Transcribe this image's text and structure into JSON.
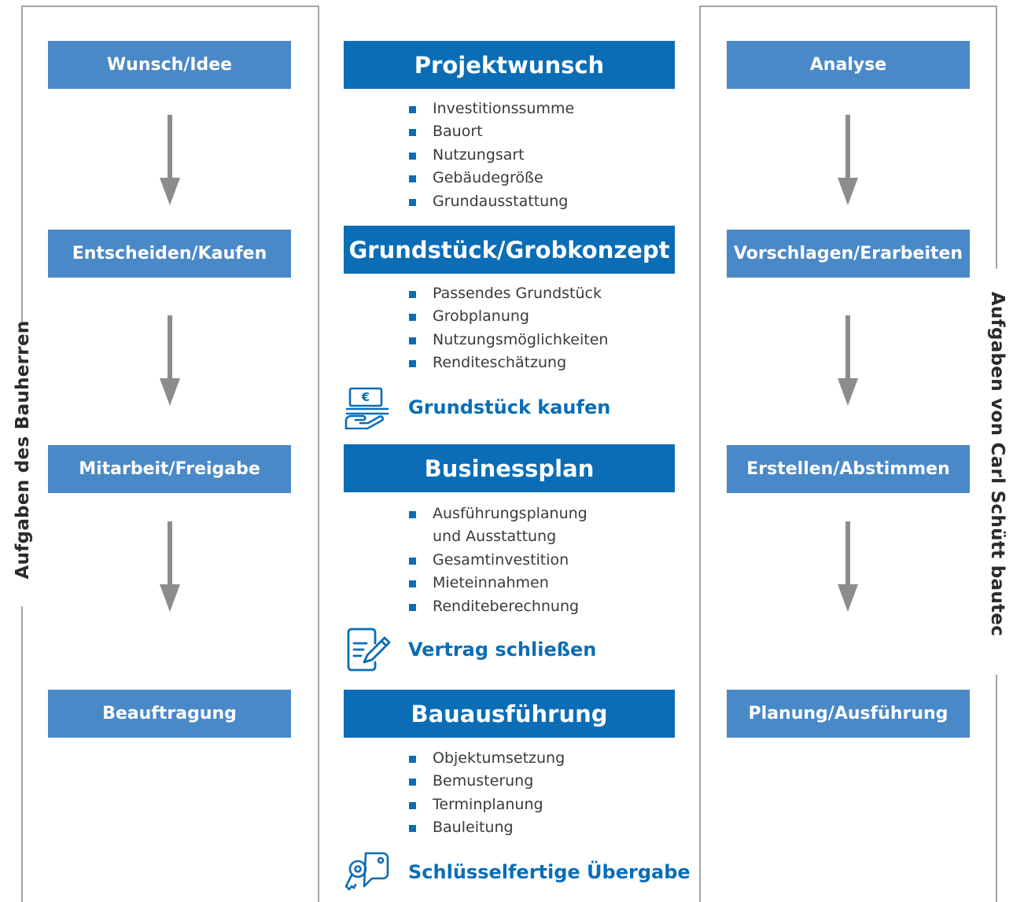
{
  "left": {
    "label": "Aufgaben des Bauherren",
    "steps": [
      "Wunsch/Idee",
      "Entscheiden/Kaufen",
      "Mitarbeit/Freigabe",
      "Beauftragung"
    ]
  },
  "right": {
    "label": "Aufgaben von Carl Schütt bautec",
    "steps": [
      "Analyse",
      "Vorschlagen/Erarbeiten",
      "Erstellen/Abstimmen",
      "Planung/Ausführung"
    ]
  },
  "center": {
    "phases": [
      {
        "title": "Projektwunsch",
        "bullets": [
          "Investitionssumme",
          "Bauort",
          "Nutzungsart",
          "Gebäudegröße",
          "Grundausstattung"
        ]
      },
      {
        "title": "Grundstück/Grobkonzept",
        "bullets": [
          "Passendes Grundstück",
          "Grobplanung",
          "Nutzungsmöglichkeiten",
          "Renditeschätzung"
        ]
      },
      {
        "title": "Businessplan",
        "bullets": [
          "Ausführungsplanung\nund Ausstattung",
          "Gesamtinvestition",
          "Mieteinnahmen",
          "Renditeberechnung"
        ]
      },
      {
        "title": "Bauausführung",
        "bullets": [
          "Objektumsetzung",
          "Bemusterung",
          "Terminplanung",
          "Bauleitung"
        ]
      }
    ],
    "actions": [
      {
        "label": "Grundstück kaufen",
        "icon": "money-hand-icon",
        "symbol": "€"
      },
      {
        "label": "Vertrag schließen",
        "icon": "contract-sign-icon"
      },
      {
        "label": "Schlüsselfertige Übergabe",
        "icon": "keys-icon"
      }
    ]
  },
  "colors": {
    "accent": "#0a6db6",
    "side_box": "#4a89c8",
    "arrow": "#8c8c8c",
    "frame": "#a3a3a3"
  }
}
